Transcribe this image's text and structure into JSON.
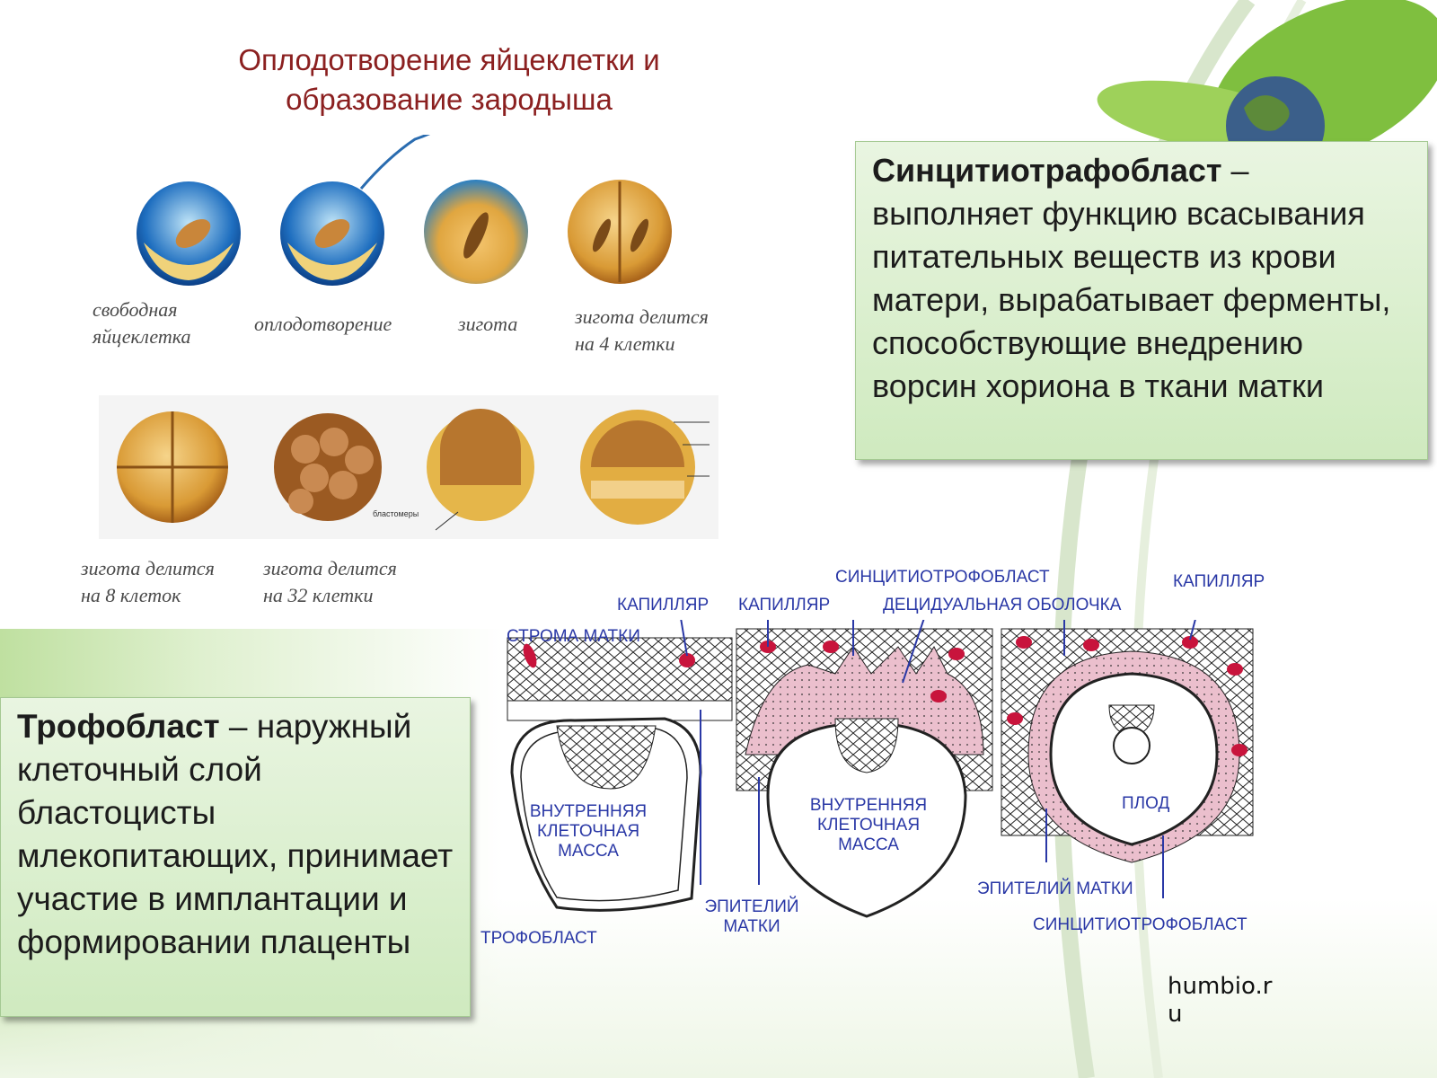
{
  "title": [
    "Оплодотворение яйцеклетки и",
    "образование зародыша"
  ],
  "stages_row1": [
    {
      "label": [
        "свободная",
        "яйцеклетка"
      ]
    },
    {
      "label": [
        "оплодотворение"
      ]
    },
    {
      "label": [
        "зигота"
      ]
    },
    {
      "label": [
        "зигота делится",
        "на 4 клетки"
      ]
    }
  ],
  "stages_row2": [
    {
      "label": [
        "зигота делится",
        "на 8 клеток"
      ]
    },
    {
      "label": [
        "зигота делится",
        "на 32 клетки"
      ]
    }
  ],
  "blastomere_tag": "бластомеры",
  "box_syncytio": {
    "term": "Синцитиотрафобласт",
    "dash": " –",
    "text": "выполняет функцию всасывания питательных веществ из крови матери, вырабатывает ферменты, способствующие внедрению ворсин хориона в ткани матки"
  },
  "box_tropho": {
    "term": "Трофобласт",
    "dash": " –",
    "text": "наружный клеточный слой бластоцисты млекопитающих, принимает участие в имплантации и формировании плаценты"
  },
  "implantation_labels": {
    "synctio_top": "СИНЦИТИОТРОФОБЛАСТ",
    "capillary_1": "КАПИЛЛЯР",
    "capillary_2": "КАПИЛЛЯР",
    "capillary_3": "КАПИЛЛЯР",
    "decidual": "ДЕЦИДУАЛЬНАЯ ОБОЛОЧКА",
    "stroma": "СТРОМА МАТКИ",
    "icm_1": [
      "ВНУТРЕННЯЯ",
      "КЛЕТОЧНАЯ",
      "МАССА"
    ],
    "icm_2": [
      "ВНУТРЕННЯЯ",
      "КЛЕТОЧНАЯ",
      "МАССА"
    ],
    "fetus": "ПЛОД",
    "trophoblast": "ТРОФОБЛАСТ",
    "epithelium_1": [
      "ЭПИТЕЛИЙ",
      "МАТКИ"
    ],
    "epithelium_2": "ЭПИТЕЛИЙ МАТКИ",
    "synctio_bottom": "СИНЦИТИОТРОФОБЛАСТ"
  },
  "credit": "humbio.ru",
  "colors": {
    "title": "#8b2020",
    "label_blue": "#2a38a6",
    "capillary_red": "#c8143c",
    "syncytium_pink": "#e8b6c6",
    "box_green": "#d6eec8"
  }
}
